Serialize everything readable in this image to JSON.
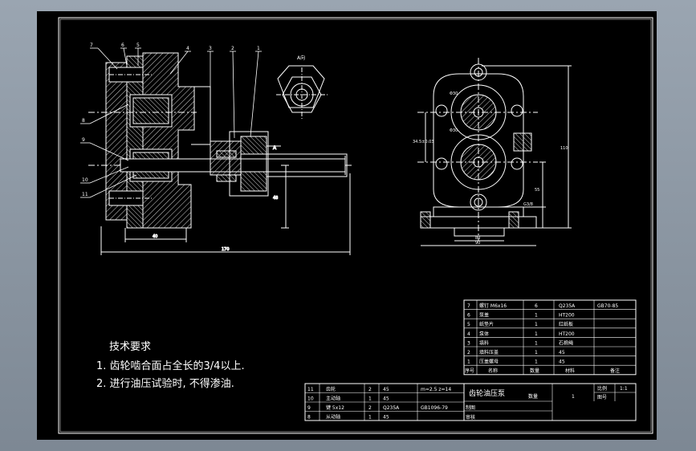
{
  "colors": {
    "window_bg": "#8f9aa6",
    "paper": "#000000",
    "line": "#ffffff",
    "hatch": "#cccccc"
  },
  "drawing": {
    "view_label": "A向",
    "section_mark": "A",
    "balloons": [
      "7",
      "6",
      "5",
      "4",
      "3",
      "2",
      "1",
      "8",
      "9",
      "10",
      "11"
    ],
    "dims": {
      "left_length": "170",
      "left_base": "40",
      "left_height": "48",
      "right_height": "110",
      "right_mid": "55",
      "right_base": "80",
      "right_width": "90",
      "right_left": "34.5±0.03",
      "dia1": "Φ30",
      "dia2": "Φ30",
      "thread": "G3/8"
    }
  },
  "notes": {
    "title": "技术要求",
    "line1": "1. 齿轮啮合面占全长的3/4以上.",
    "line2": "2. 进行油压试验时, 不得渗油."
  },
  "bom_upper": [
    {
      "no": "7",
      "name": "螺钉 M6x16",
      "qty": "6",
      "mat": "Q235A",
      "note": "GB70-85"
    },
    {
      "no": "6",
      "name": "泵盖",
      "qty": "1",
      "mat": "HT200",
      "note": ""
    },
    {
      "no": "5",
      "name": "纸垫片",
      "qty": "1",
      "mat": "红纸板",
      "note": ""
    },
    {
      "no": "4",
      "name": "泵体",
      "qty": "1",
      "mat": "HT200",
      "note": ""
    },
    {
      "no": "3",
      "name": "填料",
      "qty": "1",
      "mat": "石棉绳",
      "note": ""
    },
    {
      "no": "2",
      "name": "填料压盖",
      "qty": "1",
      "mat": "45",
      "note": ""
    },
    {
      "no": "1",
      "name": "压盖螺母",
      "qty": "1",
      "mat": "45",
      "note": ""
    }
  ],
  "bom_header": {
    "no": "序号",
    "name": "名称",
    "qty": "数量",
    "mat": "材料",
    "note": "备注"
  },
  "bom_lower": [
    {
      "no": "11",
      "name": "齿轮",
      "qty": "2",
      "mat": "45",
      "note": "m=2.5 z=14"
    },
    {
      "no": "10",
      "name": "主动轴",
      "qty": "1",
      "mat": "45",
      "note": ""
    },
    {
      "no": "9",
      "name": "键 5x12",
      "qty": "2",
      "mat": "Q235A",
      "note": "GB1096-79"
    },
    {
      "no": "8",
      "name": "从动轴",
      "qty": "1",
      "mat": "45",
      "note": ""
    }
  ],
  "title_block": {
    "name": "齿轮油压泵",
    "scale_label": "比例",
    "scale_value": "1:1",
    "qty_label": "数量",
    "qty_value": "1",
    "drawing_no_label": "图号",
    "drawn_label": "制图",
    "checked_label": "审核"
  }
}
